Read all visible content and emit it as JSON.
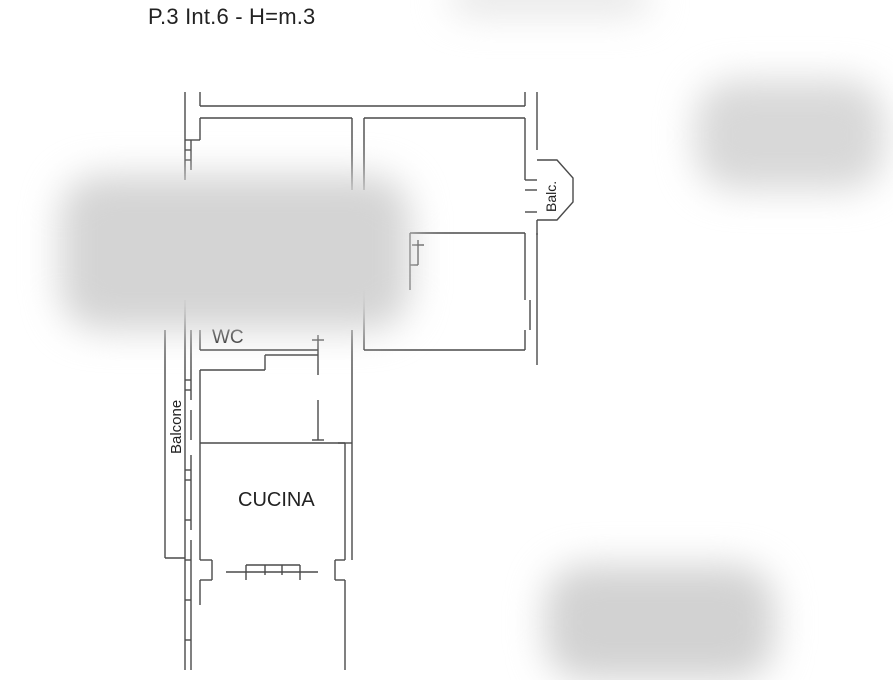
{
  "header": {
    "caption": "P.3 Int.6 - H=m.3"
  },
  "rooms": {
    "wc": "WC",
    "cucina": "CUCINA"
  },
  "balconies": {
    "balcone": "Balcone",
    "balc": "Balc."
  },
  "colors": {
    "wall": "#4a4a4a",
    "background": "#ffffff",
    "blur_patch": "#d6d6d6"
  }
}
